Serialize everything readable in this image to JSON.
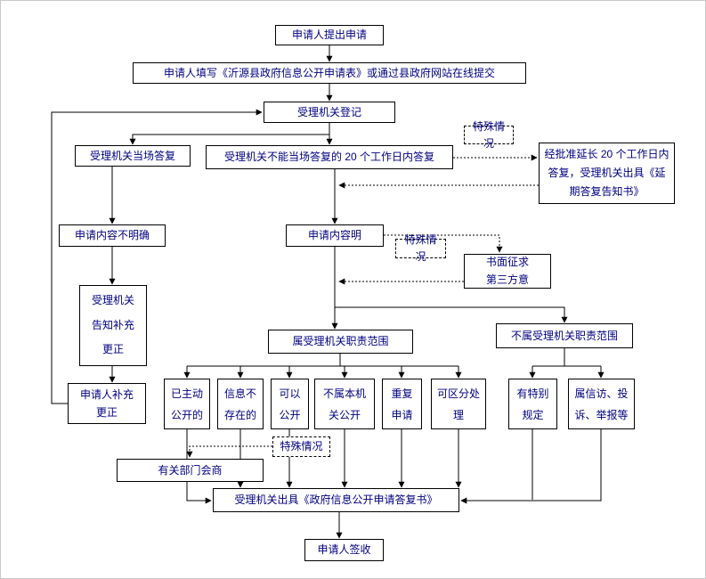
{
  "nodes": {
    "apply": {
      "label": "申请人提出申请"
    },
    "fill_form": {
      "label": "申请人填写《沂源县政府信息公开申请表》或通过县政府网站在线提交"
    },
    "register": {
      "label": "受理机关登记"
    },
    "onsite_reply": {
      "label": "受理机关当场答复"
    },
    "deferred_reply": {
      "label": "受理机关不能当场答复的 20 个工作日内答复"
    },
    "special_case_1": {
      "label": "特殊情况"
    },
    "extension": {
      "label": "经批准延长 20 个工作日内答复，受理机关出具《延期答复告知书》"
    },
    "content_unclear": {
      "label": "申请内容不明确"
    },
    "content_clear": {
      "label": "申请内容明"
    },
    "special_case_2": {
      "label": "特殊情况"
    },
    "third_party": {
      "label": "书面征求第三方意"
    },
    "notify_correction": {
      "label": "受理机关告知补充更正"
    },
    "applicant_correction": {
      "label": "申请人补充更正"
    },
    "in_scope": {
      "label": "属受理机关职责范围"
    },
    "out_of_scope": {
      "label": "不属受理机关职责范围"
    },
    "already_public": {
      "label": "已主动公开的"
    },
    "not_exist": {
      "label": "信息不存在的"
    },
    "can_disclose": {
      "label": "可以公开"
    },
    "not_this_agency": {
      "label": "不属本机关公开"
    },
    "repeated": {
      "label": "重复申请"
    },
    "separable": {
      "label": "可区分处理"
    },
    "special_rules": {
      "label": "有特别规定"
    },
    "petition": {
      "label": "属信访、投诉、举报等"
    },
    "special_case_3": {
      "label": "特殊情况"
    },
    "consultation": {
      "label": "有关部门会商"
    },
    "reply_document": {
      "label": "受理机关出具《政府信息公开申请答复书》"
    },
    "sign_receipt": {
      "label": "申请人签收"
    }
  },
  "colors": {
    "text": "#000080",
    "box_border": "#000000",
    "line": "#000000",
    "background": "#ffffff"
  }
}
